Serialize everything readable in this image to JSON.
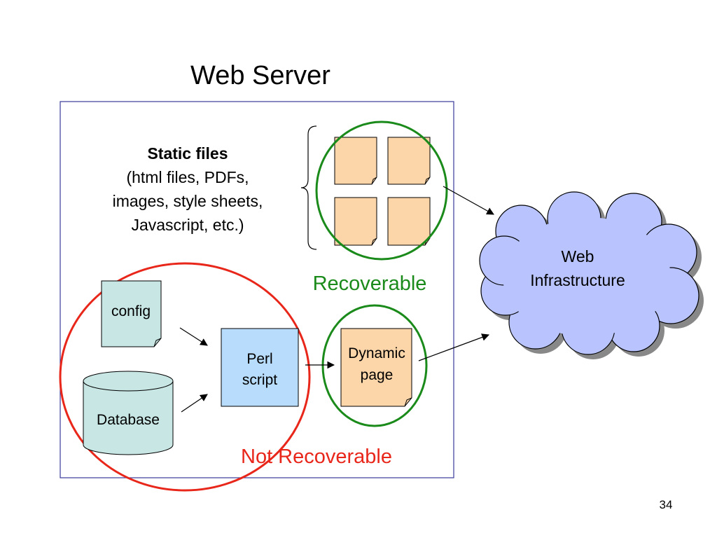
{
  "title": "Web Server",
  "static_files": {
    "heading": "Static files",
    "lines": [
      "(html files, PDFs,",
      "images, style sheets,",
      "Javascript, etc.)"
    ]
  },
  "labels": {
    "recoverable": "Recoverable",
    "not_recoverable": "Not Recoverable"
  },
  "nodes": {
    "config": "config",
    "database": "Database",
    "perl_script": [
      "Perl",
      "script"
    ],
    "dynamic_page": [
      "Dynamic",
      "page"
    ],
    "web_infrastructure": [
      "Web",
      "Infrastructure"
    ]
  },
  "page_number": "34",
  "colors": {
    "server_border": "#3a3a9a",
    "static_file_fill": "#fcd5a8",
    "config_fill": "#c7e6e4",
    "database_fill": "#c7e6e4",
    "perl_fill": "#b8dcfb",
    "dynamic_fill": "#fcd5a8",
    "cloud_fill": "#b9c4ff",
    "recoverable": "#1a8a1a",
    "not_recoverable": "#e8261a"
  }
}
